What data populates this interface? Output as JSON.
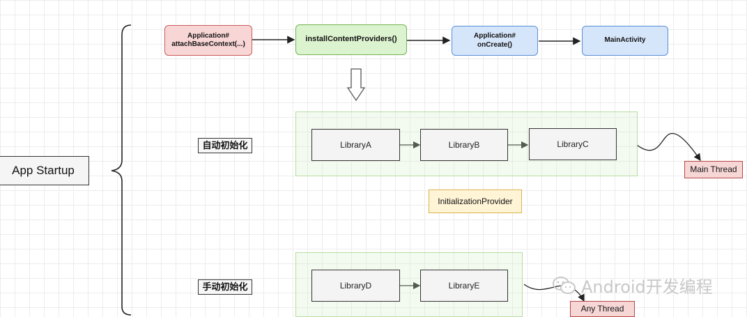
{
  "flow": {
    "attach": "Application#\nattachBaseContext(...)",
    "install": "installContentProviders()",
    "oncreate": "Application#\nonCreate()",
    "main_activity": "MainActivity"
  },
  "startup": {
    "title": "App Startup"
  },
  "auto": {
    "label": "自动初始化",
    "libs": [
      "LibraryA",
      "LibraryB",
      "LibraryC"
    ],
    "thread": "Main Thread"
  },
  "provider": {
    "label": "InitializationProvider"
  },
  "manual": {
    "label": "手动初始化",
    "libs": [
      "LibraryD",
      "LibraryE"
    ],
    "thread": "Any Thread"
  },
  "watermark": {
    "text": "Android开发编程"
  },
  "colors": {
    "red_fill": "#f9d6d6",
    "red_border": "#c95b5b",
    "green_fill": "#dcf3cf",
    "green_border": "#72b34f",
    "blue_fill": "#d6e6fa",
    "blue_border": "#5a8fd6",
    "group_border": "#b9dca4",
    "provider_fill": "#fff4d6"
  }
}
